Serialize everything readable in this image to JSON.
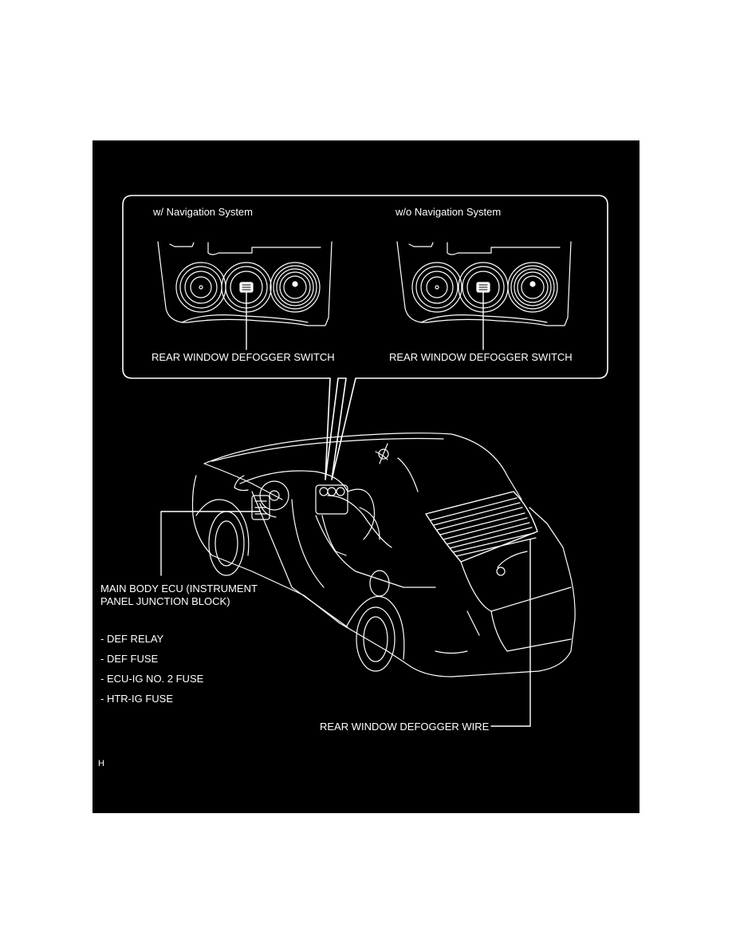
{
  "callout": {
    "left_title": "w/ Navigation System",
    "right_title": "w/o Navigation System",
    "left_switch_label": "REAR WINDOW DEFOGGER SWITCH",
    "right_switch_label": "REAR WINDOW DEFOGGER SWITCH"
  },
  "ecu": {
    "label_line1": "MAIN BODY ECU (INSTRUMENT",
    "label_line2": "PANEL JUNCTION BLOCK)",
    "components": [
      "- DEF RELAY",
      "- DEF FUSE",
      "- ECU-IG NO. 2 FUSE",
      "- HTR-IG FUSE"
    ]
  },
  "wire_label": "REAR WINDOW DEFOGGER WIRE",
  "footer_code": "H",
  "colors": {
    "background": "#000000",
    "line": "#ffffff",
    "page": "#ffffff"
  }
}
